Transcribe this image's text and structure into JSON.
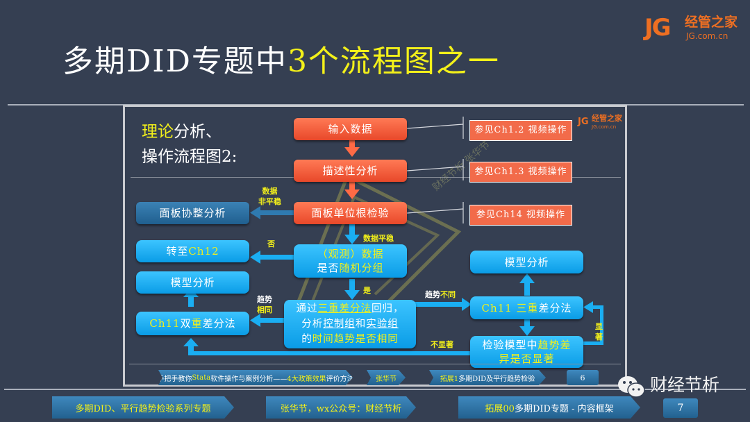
{
  "header": {
    "title_white": "多期DID专题中",
    "title_yellow": "3个流程图之一",
    "logo": {
      "mark": "JG",
      "name": "经管之家",
      "url": "JG.com.cn"
    }
  },
  "slide": {
    "heading_yellow": "理论",
    "heading_white_1": "分析、",
    "heading_line2": "操作流程图2:",
    "watermark_logo": {
      "mark": "JG",
      "name": "经管之家",
      "url": "JG.com.cn"
    },
    "watermark_text": "财经节析 张华节",
    "nodes": {
      "input": "输入数据",
      "descriptive": "描述性分析",
      "unit_root": "面板单位根检验",
      "cointegration": "面板协整分析",
      "random_q1": "（观测）数据",
      "random_q2a": "是否",
      "random_q2b": "随机分组",
      "goto_a": "转至",
      "goto_b": "Ch12",
      "model_left": "模型分析",
      "did_a": "Ch11",
      "did_b": " 双",
      "did_c": "重",
      "did_d": "差分法",
      "ddd_q": {
        "l1a": "通过",
        "l1b": "三重差分法",
        "l1c": "回归，",
        "l2a": "分析",
        "l2b": "控制组",
        "l2c": "和",
        "l2d": "实验组",
        "l3a": "的",
        "l3b": "时间趋势是否相同"
      },
      "model_right": "模型分析",
      "ddd_a": "Ch11 三重",
      "ddd_b": "差分法",
      "test_a": "检验模型中",
      "test_b": "趋势差",
      "test_c": "异是否",
      "test_d": "显著"
    },
    "refs": [
      "参见Ch1.2 视频操作",
      "参见Ch1.3 视频操作",
      "参见Ch14 视频操作"
    ],
    "edge_labels": {
      "nonstationary_1": "数据",
      "nonstationary_2": "非平稳",
      "stationary": "数据平稳",
      "no": "否",
      "yes": "是",
      "trend_same_1": "趋势",
      "trend_same_2": "相同",
      "trend_diff_1": "趋势",
      "trend_diff_2": "不同",
      "not_significant": "不显著",
      "significant_1": "显",
      "significant_2": "著"
    },
    "footer": {
      "course_a": "手把手教你 ",
      "course_b": "Stata",
      "course_c": " 软件操作与案例分析——",
      "course_d": "4大政策效果",
      "course_e": "评价方法",
      "author": "张华节",
      "topic_a": "拓展1",
      "topic_b": " 多期DID及平行趋势检验",
      "page": "6"
    }
  },
  "footer": {
    "series": "多期DID、平行趋势检验系列专题",
    "author_a": "张华节，wx公众号：",
    "author_b": "财经节析",
    "topic_a": "拓展00",
    "topic_b": " 多期DID专题 - 内容框架",
    "page": "7",
    "wechat_name": "财经节析"
  },
  "colors": {
    "background": "#353f52",
    "accent_yellow": "#f3f01a",
    "orange": "#ee6f22",
    "red_box": "#f26b4a",
    "blue_box": "#1ab0f5"
  }
}
